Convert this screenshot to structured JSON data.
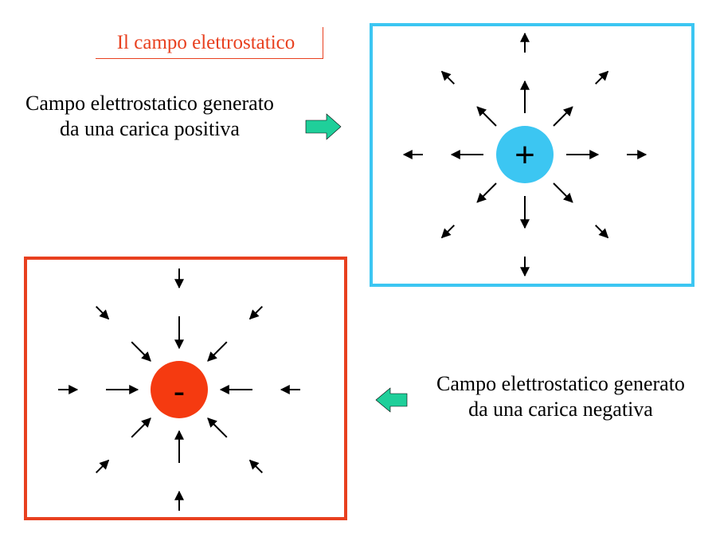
{
  "title": "Il campo elettrostatico",
  "positive": {
    "caption_line1": "Campo elettrostatico generato",
    "caption_line2": "da una carica positiva",
    "sign": "+",
    "charge_color": "#3cc6f2",
    "frame_color": "#3cc6f2",
    "field_direction": "outward"
  },
  "negative": {
    "caption_line1": "Campo elettrostatico generato",
    "caption_line2": "da una carica negativa",
    "sign": "-",
    "charge_color": "#f53a10",
    "frame_color": "#e8401f",
    "field_direction": "inward"
  },
  "pointer_arrow_color": "#1fcf9a",
  "title_color": "#e8401f"
}
